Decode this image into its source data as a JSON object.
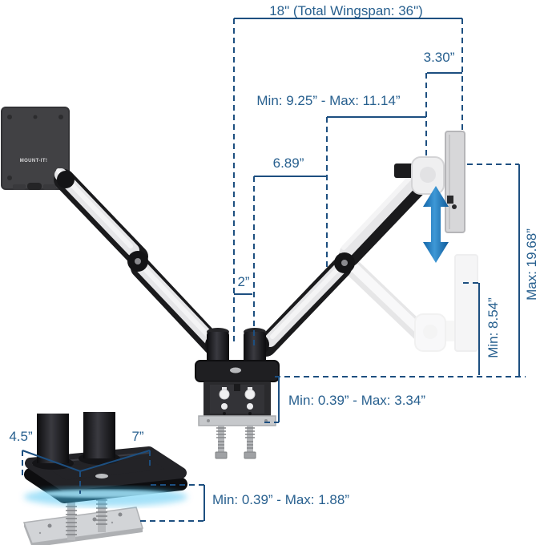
{
  "diagram": {
    "type": "product-dimensions",
    "product": "Dual monitor gas-spring desk mount arm",
    "brand_logo": "MOUNT-IT!",
    "colors": {
      "dimension_line": "#1d4f80",
      "dimension_text": "#28608f",
      "arrow_gradient": [
        "#1365a8",
        "#3e98d6",
        "#0f5a99"
      ],
      "base_glow": "#49c3f2",
      "arm_silver": "#e6e6e8",
      "arm_black": "#1a1a1c"
    },
    "labels": {
      "total_wingspan": "18\" (Total Wingspan: 36\")",
      "head_width": "3.30”",
      "upper_arm_range": "Min: 9.25” - Max: 11.14”",
      "forearm_length": "6.89”",
      "pole_offset": "2”",
      "max_height": "Max: 19.68”",
      "min_height": "Min: 8.54”",
      "clamp_height_range": "Min: 0.39” - Max: 3.34”",
      "base_depth": "4.5”",
      "base_width": "7”",
      "desk_thickness_range": "Min: 0.39” - Max: 1.88”"
    }
  }
}
